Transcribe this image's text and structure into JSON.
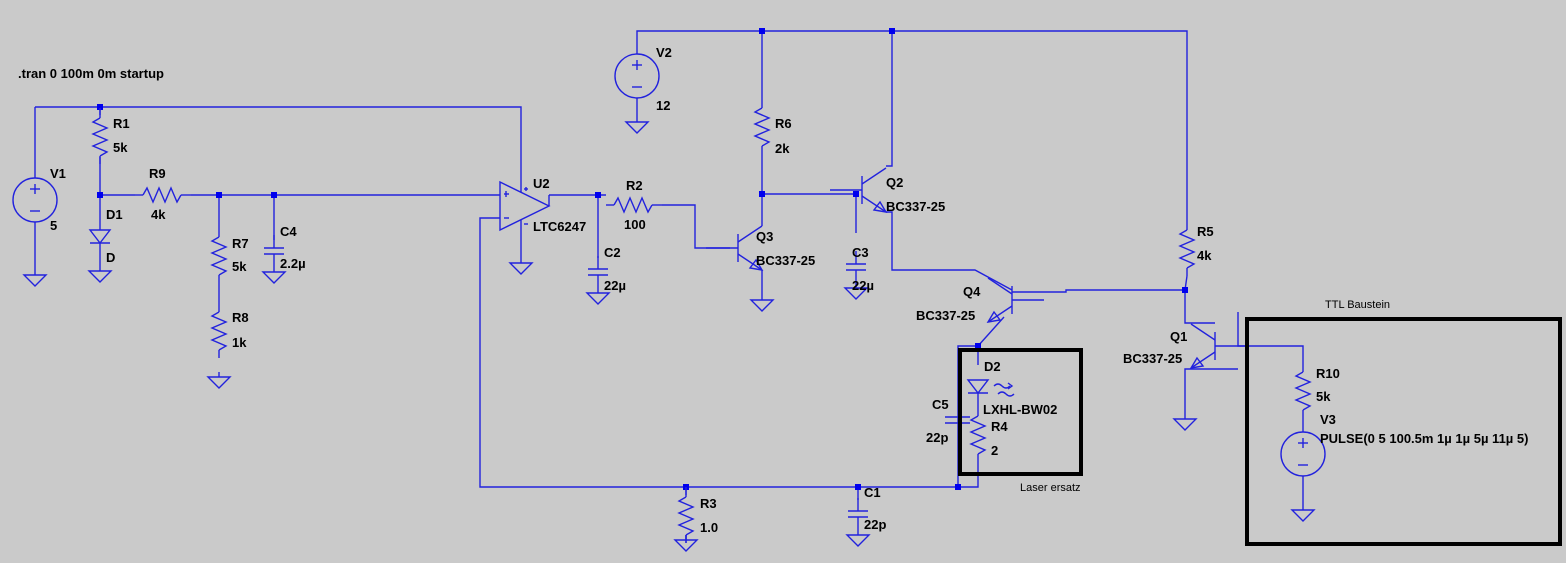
{
  "directive": ".tran 0 100m 0m startup",
  "components": {
    "V1": {
      "name": "V1",
      "value": "5"
    },
    "V2": {
      "name": "V2",
      "value": "12"
    },
    "V3": {
      "name": "V3",
      "value": "PULSE(0 5 100.5m 1µ 1µ 5µ 11µ 5)"
    },
    "R1": {
      "name": "R1",
      "value": "5k"
    },
    "R2": {
      "name": "R2",
      "value": "100"
    },
    "R3": {
      "name": "R3",
      "value": "1.0"
    },
    "R4": {
      "name": "R4",
      "value": "2"
    },
    "R5": {
      "name": "R5",
      "value": "4k"
    },
    "R6": {
      "name": "R6",
      "value": "2k"
    },
    "R7": {
      "name": "R7",
      "value": "5k"
    },
    "R8": {
      "name": "R8",
      "value": "1k"
    },
    "R9": {
      "name": "R9",
      "value": "4k"
    },
    "R10": {
      "name": "R10",
      "value": "5k"
    },
    "C1": {
      "name": "C1",
      "value": "22p"
    },
    "C2": {
      "name": "C2",
      "value": "22µ"
    },
    "C3": {
      "name": "C3",
      "value": "22µ"
    },
    "C4": {
      "name": "C4",
      "value": "2.2µ"
    },
    "C5": {
      "name": "C5",
      "value": "22p"
    },
    "D1": {
      "name": "D1",
      "value": "D"
    },
    "D2": {
      "name": "D2",
      "value": "LXHL-BW02"
    },
    "U2": {
      "name": "U2",
      "value": "LTC6247"
    },
    "Q1": {
      "name": "Q1",
      "value": "BC337-25"
    },
    "Q2": {
      "name": "Q2",
      "value": "BC337-25"
    },
    "Q3": {
      "name": "Q3",
      "value": "BC337-25"
    },
    "Q4": {
      "name": "Q4",
      "value": "BC337-25"
    }
  },
  "annotations": {
    "laser": "Laser ersatz",
    "ttl": "TTL Baustein"
  },
  "colors": {
    "background": "#cacaca",
    "wire": "#2222dd",
    "junction": "#0000ee",
    "box": "#000000"
  }
}
